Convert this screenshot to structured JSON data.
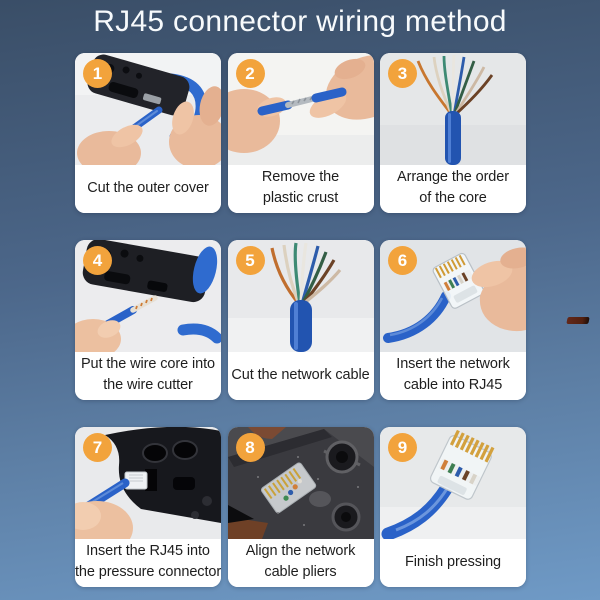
{
  "title": "RJ45 connector wiring method",
  "colors": {
    "badge": "#f2a33c",
    "background_top": "#3a4e67",
    "background_bottom": "#6f9ac6",
    "card_background": "#ffffff",
    "caption_text": "#1e1e1e",
    "title_text": "#f7fafc",
    "cable_blue": "#2a62c8"
  },
  "steps": [
    {
      "number": "1",
      "caption_lines": [
        "Cut the outer cover"
      ],
      "photo": "crimper-cutting-cable"
    },
    {
      "number": "2",
      "caption_lines": [
        "Remove the",
        "plastic crust"
      ],
      "photo": "hands-stripping-cable"
    },
    {
      "number": "3",
      "caption_lines": [
        "Arrange the order",
        "of the core"
      ],
      "photo": "fanned-wires"
    },
    {
      "number": "4",
      "caption_lines": [
        "Put the wire core into",
        "the wire cutter"
      ],
      "photo": "wire-core-in-cutter"
    },
    {
      "number": "5",
      "caption_lines": [
        "Cut the network cable"
      ],
      "photo": "trimmed-wires"
    },
    {
      "number": "6",
      "caption_lines": [
        "Insert the network",
        "cable into RJ45"
      ],
      "photo": "insert-into-rj45"
    },
    {
      "number": "7",
      "caption_lines": [
        "Insert the RJ45 into",
        "the pressure connector"
      ],
      "photo": "rj45-into-crimper"
    },
    {
      "number": "8",
      "caption_lines": [
        "Align the network",
        "cable pliers"
      ],
      "photo": "align-pliers-macro"
    },
    {
      "number": "9",
      "caption_lines": [
        "Finish pressing"
      ],
      "photo": "finished-rj45"
    }
  ]
}
